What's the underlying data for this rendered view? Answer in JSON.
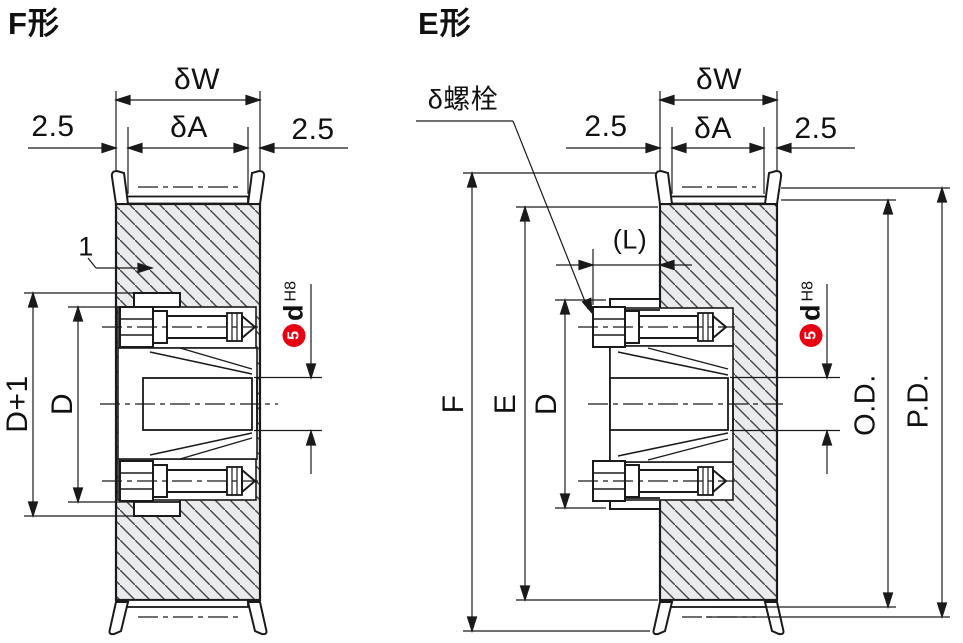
{
  "drawing": {
    "figures": {
      "f": {
        "title": "F形",
        "dims": {
          "width_total": "δW",
          "width_belt": "δA",
          "flange_left": "2.5",
          "flange_right": "2.5",
          "step": "1",
          "counterbore": "D+1",
          "hub_od": "D"
        },
        "bore": {
          "num": "5",
          "sym": "d",
          "tol": "H8"
        }
      },
      "e": {
        "title": "E形",
        "bolt_callout": "δ螺栓",
        "dims": {
          "width_total": "δW",
          "width_belt": "δA",
          "flange_left": "2.5",
          "flange_right": "2.5",
          "hub_length": "(L)",
          "flange_od": "F",
          "body_od": "E",
          "hub_od": "D",
          "outer_diameter": "O.D.",
          "pitch_diameter": "P.D."
        },
        "bore": {
          "num": "5",
          "sym": "d",
          "tol": "H8"
        }
      }
    },
    "colors": {
      "accent_red": "#e60012",
      "line": "#1a1a1a",
      "hatch_fill": "#eaebed"
    }
  }
}
